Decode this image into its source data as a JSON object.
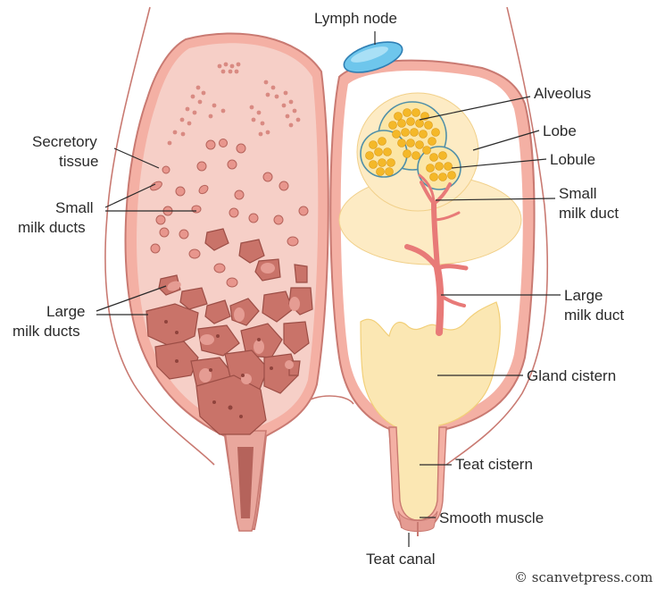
{
  "labels": {
    "lymph_node": "Lymph node",
    "alveolus": "Alveolus",
    "lobe": "Lobe",
    "lobule": "Lobule",
    "small_milk_duct_right": [
      "Small",
      "milk duct"
    ],
    "large_milk_duct_right": [
      "Large",
      "milk duct"
    ],
    "gland_cistern": "Gland cistern",
    "teat_cistern": "Teat cistern",
    "smooth_muscle": "Smooth muscle",
    "teat_canal": "Teat canal",
    "secretory_tissue": [
      "Secretory",
      "tissue"
    ],
    "small_milk_ducts_left": [
      "Small",
      "milk ducts"
    ],
    "large_milk_ducts_left": [
      "Large",
      "milk ducts"
    ]
  },
  "copyright": "© scanvetpress.com",
  "colors": {
    "skin_outline": "#c97a72",
    "tissue_fill": "#f3c4bc",
    "tissue_dark": "#b5635b",
    "duct_red": "#e87a78",
    "cistern_fill": "#fbe7b3",
    "lobe_fill": "#fdebc4",
    "alveoli_yellow": "#f4b829",
    "lymph_blue": "#6ec6ec"
  }
}
